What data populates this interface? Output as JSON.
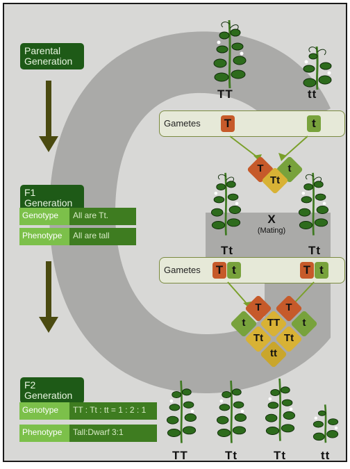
{
  "stages": {
    "parental": "Parental Generation",
    "f1": "F1 Generation",
    "f2": "F2 Generation"
  },
  "f1_info": {
    "genotype_key": "Genotype",
    "genotype_val": "All are Tt.",
    "phenotype_key": "Phenotype",
    "phenotype_val": "All are tall"
  },
  "f2_info": {
    "genotype_key": "Genotype",
    "genotype_val": "TT : Tt : tt = 1 : 2 : 1",
    "phenotype_key": "Phenotype",
    "phenotype_val": "Tall:Dwarf 3:1"
  },
  "parents": {
    "left": "TT",
    "right": "tt"
  },
  "gametes_label": "Gametes",
  "gametes1": {
    "left": "T",
    "right": "t"
  },
  "f1_cross": {
    "left": "T",
    "right": "t",
    "center": "Tt"
  },
  "mating": {
    "x": "X",
    "label": "(Mating)"
  },
  "f1_plants": {
    "left": "Tt",
    "right": "Tt"
  },
  "gametes2": {
    "left_a": "T",
    "left_b": "t",
    "right_a": "T",
    "right_b": "t"
  },
  "punnett": {
    "top_left": "T",
    "top_right": "T",
    "side_left": "t",
    "side_right": "t",
    "center": "TT",
    "mid_left": "Tt",
    "mid_right": "Tt",
    "bottom": "tt"
  },
  "f2_plants": [
    "TT",
    "Tt",
    "Tt",
    "tt"
  ],
  "colors": {
    "tall_allele": "#c65a2a",
    "short_allele": "#78a23c",
    "label_bg": "#1e5a17",
    "arrow": "#4a4a10"
  }
}
